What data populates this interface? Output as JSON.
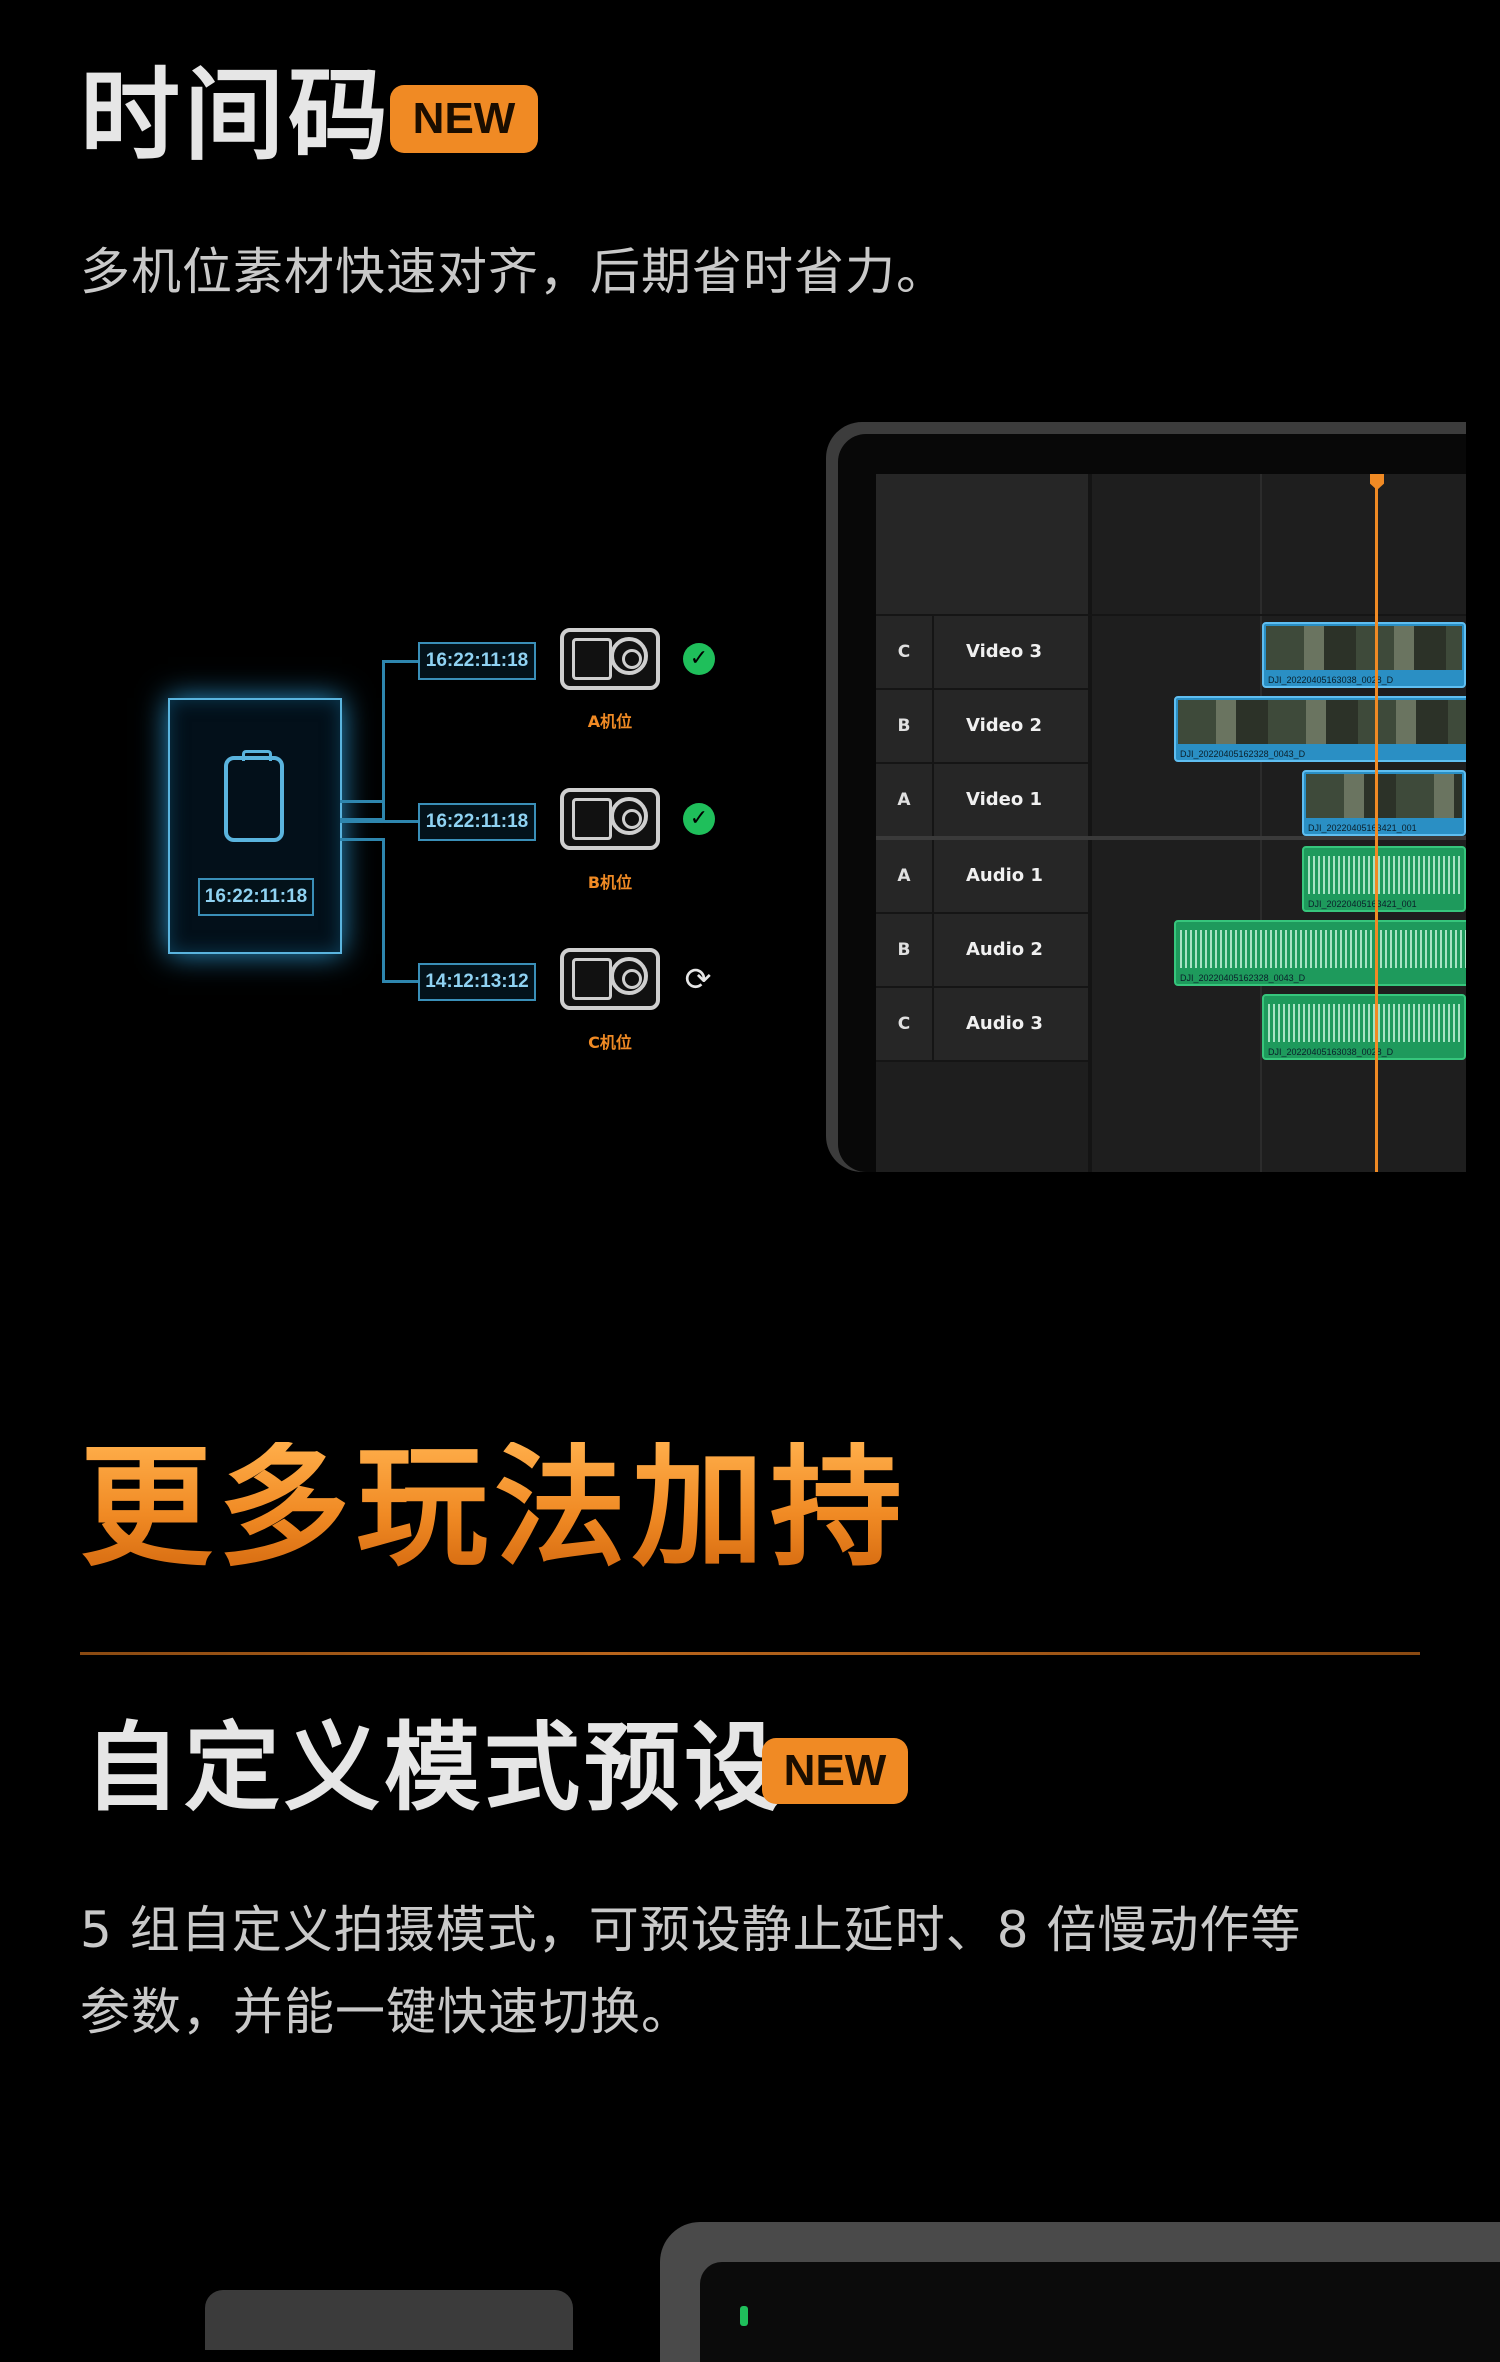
{
  "section1": {
    "title": "时间码",
    "badge": "NEW",
    "subtitle": "多机位素材快速对齐，后期省时省力。"
  },
  "diagram": {
    "master_timecode": "16:22:11:18",
    "channels": [
      {
        "timecode": "16:22:11:18",
        "camera_label": "A机位",
        "status": "synced"
      },
      {
        "timecode": "16:22:11:18",
        "camera_label": "B机位",
        "status": "synced"
      },
      {
        "timecode": "14:12:13:12",
        "camera_label": "C机位",
        "status": "syncing"
      }
    ]
  },
  "timeline": {
    "tracks": [
      {
        "letter": "C",
        "name": "Video 3",
        "clip_name": "DJI_20220405163038_0028_D"
      },
      {
        "letter": "B",
        "name": "Video 2",
        "clip_name": "DJI_20220405162328_0043_D"
      },
      {
        "letter": "A",
        "name": "Video 1",
        "clip_name": "DJI_20220405163421_001"
      },
      {
        "letter": "A",
        "name": "Audio 1",
        "clip_name": "DJI_20220405163421_001"
      },
      {
        "letter": "B",
        "name": "Audio 2",
        "clip_name": "DJI_20220405162328_0043_D"
      },
      {
        "letter": "C",
        "name": "Audio 3",
        "clip_name": "DJI_20220405163038_0028_D"
      }
    ],
    "accent_color": "#f08a24"
  },
  "section2": {
    "title": "更多玩法加持"
  },
  "section3": {
    "title": "自定义模式预设",
    "badge": "NEW",
    "subtitle_line1": "5 组自定义拍摄模式，可预设静止延时、8 倍慢动作等",
    "subtitle_line2": "参数，并能一键快速切换。"
  },
  "colors": {
    "accent": "#f08a24",
    "background": "#000000",
    "success": "#1fbf5b",
    "timecode_blue": "#3a8fb8"
  }
}
